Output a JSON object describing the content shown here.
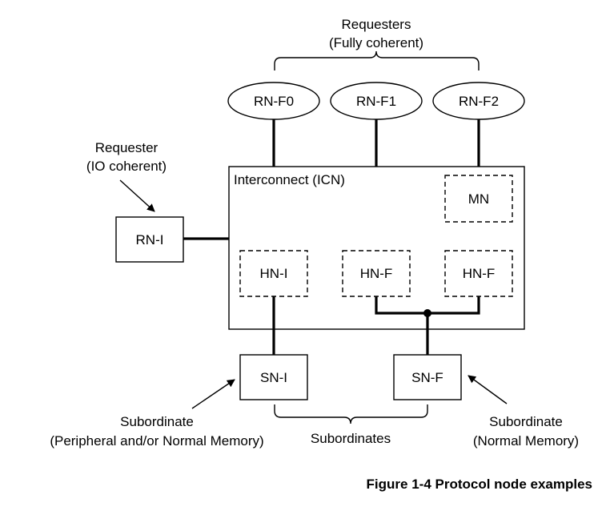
{
  "diagram": {
    "requesters_group": {
      "title": "Requesters",
      "subtitle": "(Fully coherent)"
    },
    "rn_f_nodes": [
      "RN-F0",
      "RN-F1",
      "RN-F2"
    ],
    "io_requester": {
      "title": "Requester",
      "subtitle": "(IO coherent)",
      "node": "RN-I"
    },
    "interconnect": {
      "label": "Interconnect (ICN)",
      "mn": "MN",
      "home_nodes": [
        "HN-I",
        "HN-F",
        "HN-F"
      ]
    },
    "subordinate_nodes": [
      "SN-I",
      "SN-F"
    ],
    "subordinate_left": {
      "title": "Subordinate",
      "subtitle": "(Peripheral and/or Normal Memory)"
    },
    "subordinates_group": "Subordinates",
    "subordinate_right": {
      "title": "Subordinate",
      "subtitle": "(Normal Memory)"
    }
  },
  "caption": "Figure 1-4 Protocol node examples"
}
